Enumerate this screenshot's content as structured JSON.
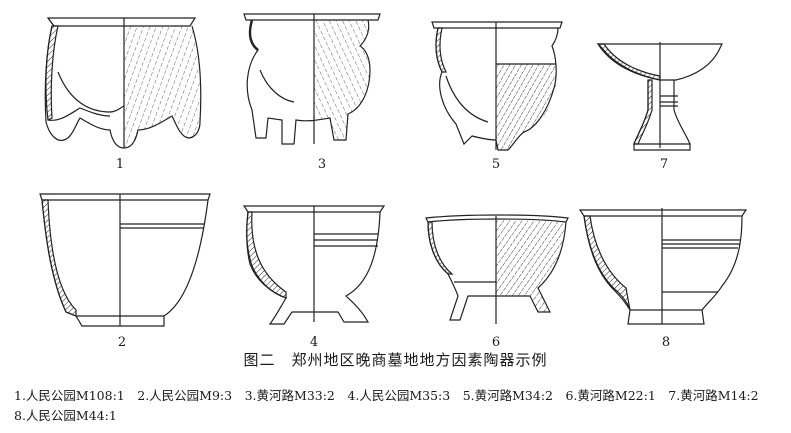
{
  "figure": {
    "title": "图二　郑州地区晚商墓地地方因素陶器示例",
    "items": [
      {
        "number": "1"
      },
      {
        "number": "3"
      },
      {
        "number": "5"
      },
      {
        "number": "7"
      },
      {
        "number": "2"
      },
      {
        "number": "4"
      },
      {
        "number": "6"
      },
      {
        "number": "8"
      }
    ],
    "caption": [
      "1.人民公园M108:1",
      "2.人民公园M9:3",
      "3.黄河路M33:2",
      "4.人民公园M35:3",
      "5.黄河路M34:2",
      "6.黄河路M22:1",
      "7.黄河路M14:2",
      "8.人民公园M44:1"
    ]
  }
}
